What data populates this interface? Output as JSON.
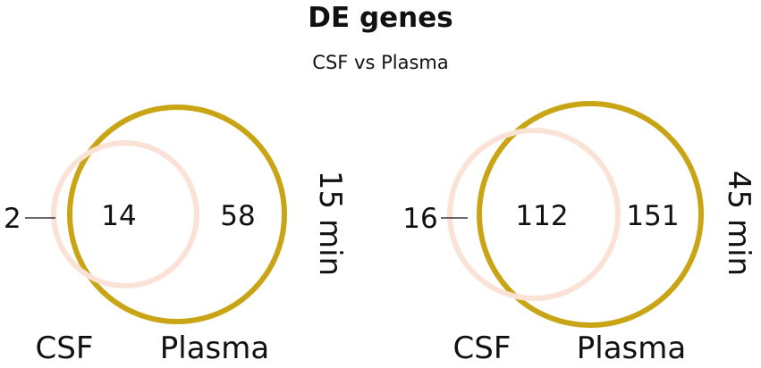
{
  "title": "DE genes",
  "subtitle": "CSF vs Plasma",
  "colors": {
    "csf": "#fbe2d6",
    "plasma": "#c9a516"
  },
  "panels": [
    {
      "time": "15 min",
      "csf_only": "2",
      "overlap": "14",
      "plasma_only": "58",
      "csf_label": "CSF",
      "plasma_label": "Plasma"
    },
    {
      "time": "45 min",
      "csf_only": "16",
      "overlap": "112",
      "plasma_only": "151",
      "csf_label": "CSF",
      "plasma_label": "Plasma"
    }
  ]
}
